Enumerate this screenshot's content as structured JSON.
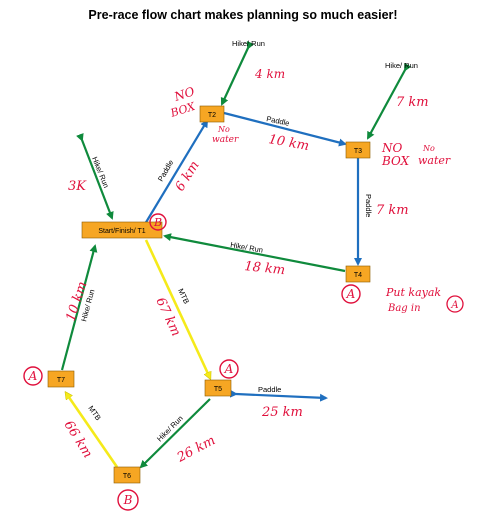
{
  "title": "Pre-race flow chart makes planning so much easier!",
  "colors": {
    "hike": "#0f8a3c",
    "paddle": "#1f6fbf",
    "mtb": "#f5ea1a",
    "node": "#f6a623",
    "ink": "#e0103c"
  },
  "nodes": {
    "start": "Start/Finish/ T1",
    "t2": "T2",
    "t3": "T3",
    "t4": "T4",
    "t5": "T5",
    "t6": "T6",
    "t7": "T7"
  },
  "edges": {
    "hike_run": "Hike/ Run",
    "paddle": "Paddle",
    "mtb": "MTB"
  },
  "handwritten": {
    "d_t2_hike": "4 km",
    "d_t3_hike": "7 km",
    "d_t1_hike": "3K",
    "d_t2_t3": "10 km",
    "d_t1_t2": "6 km",
    "d_t3_t4": "7 km",
    "d_t4_t1": "18 km",
    "d_t1_t5": "67 km",
    "d_t7_t1": "10 km",
    "d_t6_t7": "66 km",
    "d_t5_t6": "26 km",
    "d_t5_paddle": "25 km",
    "t2_no": "NO",
    "t2_box": "BOX",
    "t2_no_water_1": "No",
    "t2_no_water_2": "water",
    "t3_no_box_1": "NO",
    "t3_no_box_2": "BOX",
    "t3_no_water_1": "No",
    "t3_no_water_2": "water",
    "t4_note_1": "Put kayak",
    "t4_note_2": "Bag in",
    "mark_a": "A",
    "mark_b": "B"
  }
}
